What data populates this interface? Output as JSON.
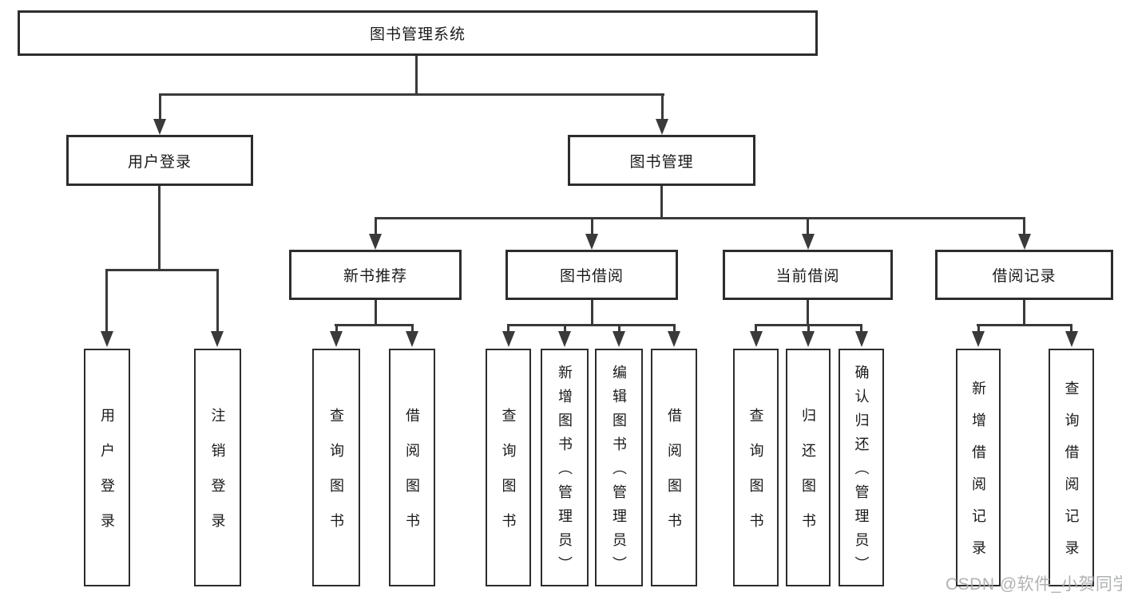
{
  "palette": {
    "background": "#ffffff",
    "box_border": "#2d2d2d",
    "connector_line": "#3a3a3a",
    "text": "#1a1a1a",
    "watermark_color": "#a8aaac"
  },
  "watermark": {
    "text": "CSDN @软件_小贺同学"
  },
  "tree": {
    "root": {
      "label": "图书管理系统"
    },
    "branches": [
      {
        "label": "用户登录",
        "children": [
          {
            "label": "用户登录"
          },
          {
            "label": "注销登录"
          }
        ]
      },
      {
        "label": "图书管理",
        "children": [
          {
            "label": "新书推荐",
            "children": [
              {
                "label": "查询图书"
              },
              {
                "label": "借阅图书"
              }
            ]
          },
          {
            "label": "图书借阅",
            "children": [
              {
                "label": "查询图书"
              },
              {
                "label": "新增图书（管理员）"
              },
              {
                "label": "编辑图书（管理员）"
              },
              {
                "label": "借阅图书"
              }
            ]
          },
          {
            "label": "当前借阅",
            "children": [
              {
                "label": "查询图书"
              },
              {
                "label": "归还图书"
              },
              {
                "label": "确认归还（管理员）"
              }
            ]
          },
          {
            "label": "借阅记录",
            "children": [
              {
                "label": "新增借阅记录"
              },
              {
                "label": "查询借阅记录"
              }
            ]
          }
        ]
      }
    ]
  }
}
